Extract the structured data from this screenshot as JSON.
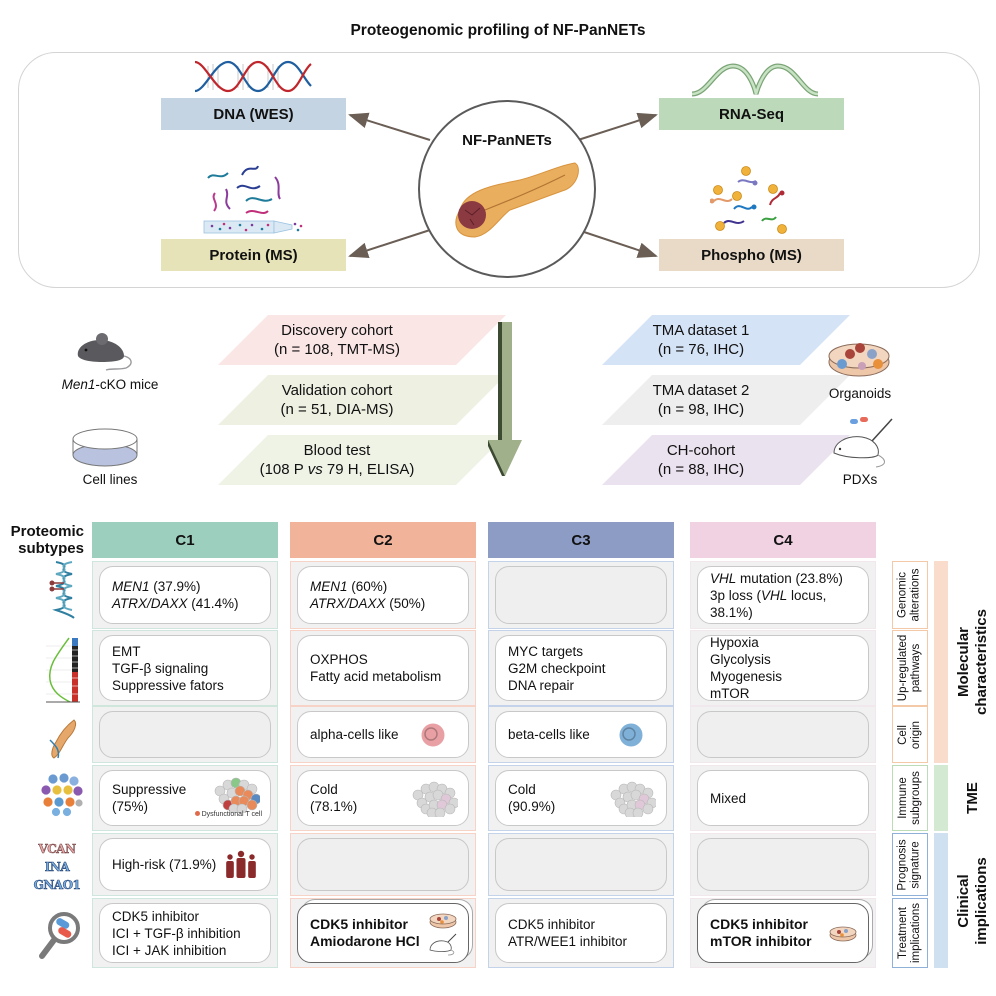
{
  "title": "Proteogenomic profiling of NF-PanNETs",
  "center": {
    "label": "NF-PanNETs"
  },
  "omics": [
    {
      "label": "DNA (WES)",
      "color": "#c5d4e2",
      "icon": "dna-helix-icon"
    },
    {
      "label": "RNA-Seq",
      "color": "#bcd9b9",
      "icon": "rna-strand-icon"
    },
    {
      "label": "Protein (MS)",
      "color": "#e6e3b8",
      "icon": "protein-peptides-icon"
    },
    {
      "label": "Phospho (MS)",
      "color": "#e8dac6",
      "icon": "phosphoprotein-icon"
    }
  ],
  "models_left": [
    {
      "label_italic": "Men1",
      "label_rest": "-cKO mice",
      "icon": "mouse-icon"
    },
    {
      "label": "Cell lines",
      "icon": "petri-dish-icon"
    }
  ],
  "models_right": [
    {
      "label": "Organoids",
      "icon": "organoid-dish-icon"
    },
    {
      "label": "PDXs",
      "icon": "pdx-mouse-icon"
    }
  ],
  "cohorts_left": [
    {
      "line1": "Discovery cohort",
      "line2": "(n = 108, TMT-MS)",
      "color": "#fbe6e6"
    },
    {
      "line1": "Validation cohort",
      "line2": "(n = 51, DIA-MS)",
      "color": "#eef0e2"
    },
    {
      "line1": "Blood test",
      "line2a": "(108 P ",
      "line2_italic": "vs",
      "line2b": " 79 H, ELISA)",
      "color": "#eef3e6"
    }
  ],
  "cohorts_right": [
    {
      "line1": "TMA dataset 1",
      "line2": "(n = 76, IHC)",
      "color": "#d5e3f6"
    },
    {
      "line1": "TMA dataset 2",
      "line2": "(n = 98, IHC)",
      "color": "#eeeeee"
    },
    {
      "line1": "CH-cohort",
      "line2": "(n = 88, IHC)",
      "color": "#ebe2ef"
    }
  ],
  "table": {
    "row_header": [
      "Proteomic",
      "subtypes"
    ],
    "subtypes": [
      {
        "label": "C1",
        "color": "#9ccfbd",
        "border": "#cfe6dd"
      },
      {
        "label": "C2",
        "color": "#f2b39b",
        "border": "#f6d3c6"
      },
      {
        "label": "C3",
        "color": "#8c9cc4",
        "border": "#c5d3ea"
      },
      {
        "label": "C4",
        "color": "#f0d2e2",
        "border": "#f0e8ec"
      }
    ],
    "row_icons": [
      "genomic-dna-icon",
      "gsea-enrichment-plot-icon",
      "pancreas-icon",
      "immune-cells-icon",
      "gene-signature-icon",
      "drug-search-icon"
    ],
    "gene_signature": [
      "VCAN",
      "INA",
      "GNAO1"
    ],
    "cells": {
      "genomic": [
        {
          "lines": [
            {
              "italic": "MEN1",
              "rest": " (37.9%)"
            },
            {
              "italic": "ATRX/DAXX",
              "rest": " (41.4%)"
            }
          ]
        },
        {
          "lines": [
            {
              "italic": "MEN1",
              "rest": " (60%)"
            },
            {
              "italic": "ATRX/DAXX",
              "rest": " (50%)"
            }
          ]
        },
        {
          "empty": true
        },
        {
          "lines": [
            {
              "italic": "VHL",
              "rest": " mutation (23.8%)"
            },
            {
              "pre": "3p loss (",
              "italic": "VHL",
              "rest": " locus, 38.1%)"
            }
          ]
        }
      ],
      "pathways": [
        [
          "EMT",
          "TGF-β signaling",
          "Suppressive fators"
        ],
        [
          "OXPHOS",
          "Fatty acid metabolism"
        ],
        [
          "MYC targets",
          "G2M checkpoint",
          "DNA repair"
        ],
        [
          "Hypoxia",
          "Glycolysis",
          "Myogenesis",
          "mTOR"
        ]
      ],
      "cell_origin": [
        {
          "empty": true
        },
        {
          "label": "alpha-cells like",
          "icon": "alpha-cell-icon",
          "icon_color": "#e8a0a4"
        },
        {
          "label": "beta-cells like",
          "icon": "beta-cell-icon",
          "icon_color": "#7fb0d8"
        },
        {
          "empty": true
        }
      ],
      "immune": [
        {
          "line1": "Suppressive",
          "line2": "(75%)",
          "legend": "Dysfunctional T cell",
          "icon": "tumor-cluster-icon"
        },
        {
          "line1": "Cold",
          "line2": "(78.1%)",
          "icon": "tumor-cluster-icon"
        },
        {
          "line1": "Cold",
          "line2": "(90.9%)",
          "icon": "tumor-cluster-icon"
        },
        {
          "line1": "Mixed"
        }
      ],
      "prognosis": [
        {
          "label": "High-risk (71.9%)",
          "icon": "people-group-icon"
        },
        {
          "empty": true
        },
        {
          "empty": true
        },
        {
          "empty": true
        }
      ],
      "treatment": [
        {
          "lines": [
            "CDK5 inhibitor",
            "ICI + TGF-β inhibition",
            "ICI + JAK inhibition"
          ]
        },
        {
          "lines": [
            "CDK5 inhibitor",
            "Amiodarone HCl"
          ],
          "bold": true,
          "icons": [
            "organoid-dish-icon",
            "pdx-mouse-icon"
          ]
        },
        {
          "lines": [
            "CDK5 inhibitor",
            "ATR/WEE1 inhibitor"
          ]
        },
        {
          "lines": [
            "CDK5 inhibitor",
            "mTOR inhibitor"
          ],
          "bold": true,
          "icons": [
            "organoid-dish-icon"
          ]
        }
      ]
    },
    "row_labels": [
      {
        "line1": "Genomic",
        "line2": "alterations"
      },
      {
        "line1": "Up-regulated",
        "line2": "pathways"
      },
      {
        "line1": "Cell",
        "line2": "origin"
      },
      {
        "line1": "Immune",
        "line2": "subgroups"
      },
      {
        "line1": "Prognosis",
        "line2": "signature"
      },
      {
        "line1": "Treatment",
        "line2": "implications"
      }
    ],
    "groups": [
      {
        "line1": "Molecular",
        "line2": "characteristics",
        "color": "#f9dccc",
        "border": "#f4c9a8"
      },
      {
        "line1": "TME",
        "line2": "",
        "color": "#d3e9d1",
        "border": "#bcdcb8"
      },
      {
        "line1": "Clinical",
        "line2": "implications",
        "color": "#cfe0f1",
        "border": "#8fb1d9"
      }
    ]
  }
}
